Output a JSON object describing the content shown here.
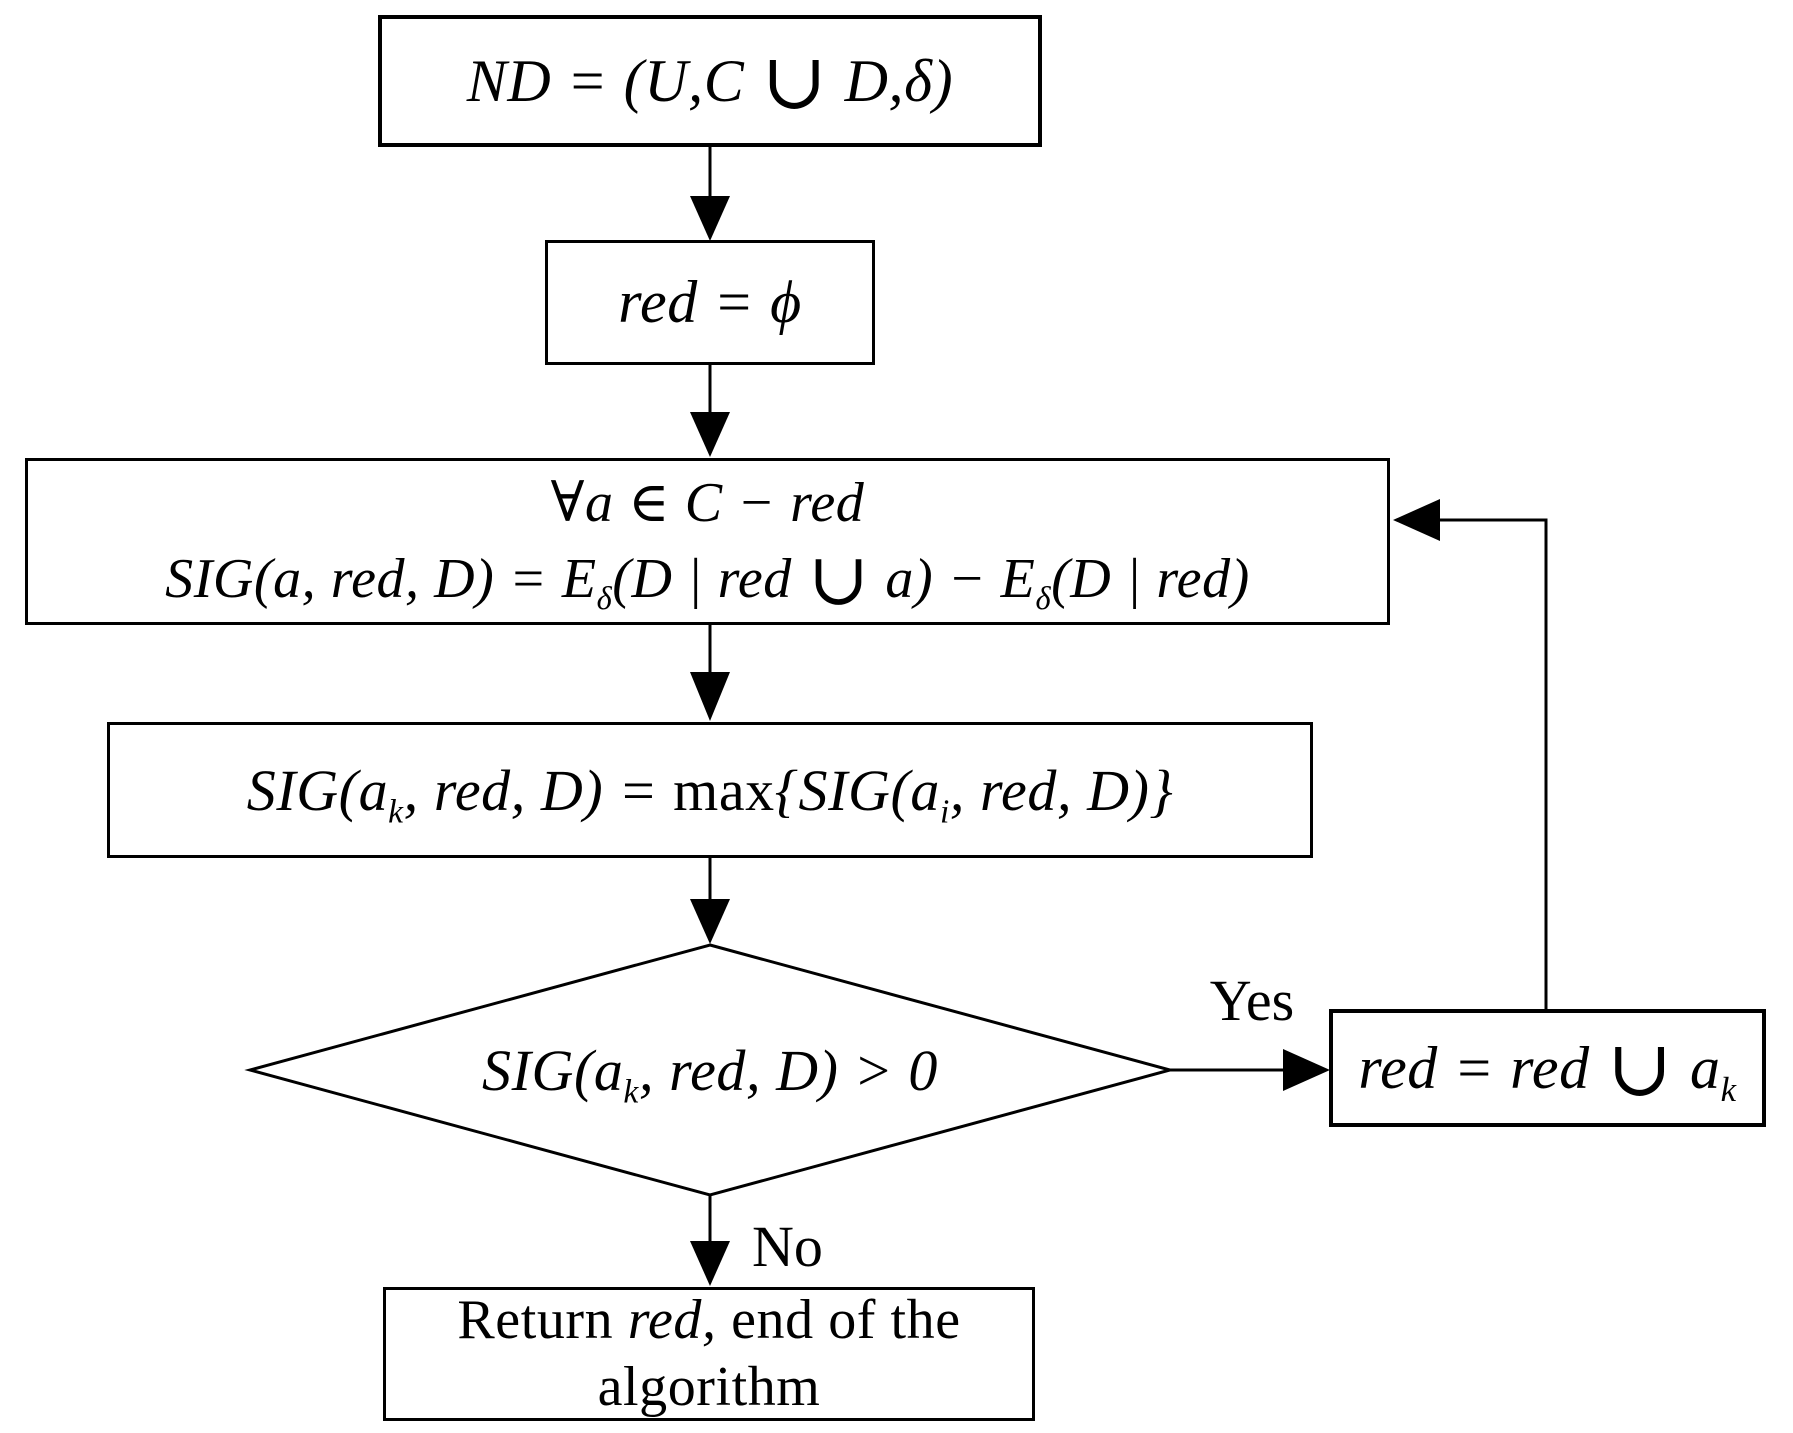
{
  "flowchart": {
    "background_color": "#ffffff",
    "line_color": "#000000",
    "nodes": {
      "start": {
        "formula": "ND = (U,C ∪ D,δ)"
      },
      "init": {
        "formula": "red = ϕ"
      },
      "sig_all": {
        "line1": "∀a ∈ C − red",
        "line2": "SIG(a, red, D) = E_{δ}(D | red ∪ a) − E_{δ}(D | red)"
      },
      "sig_max": {
        "formula": "SIG(a_{k}, red, D) = \\rm{max}{SIG(a_{i}, red, D)}"
      },
      "decision": {
        "formula": "SIG(a_{k}, red, D) > 0"
      },
      "update": {
        "formula": "red = red ∪ a_{k}"
      },
      "end": {
        "line1": "\\rm{Return} red, \\rm{end of the}",
        "line2": "\\rm{algorithm}"
      }
    },
    "edge_labels": {
      "yes": "Yes",
      "no": "No"
    }
  }
}
